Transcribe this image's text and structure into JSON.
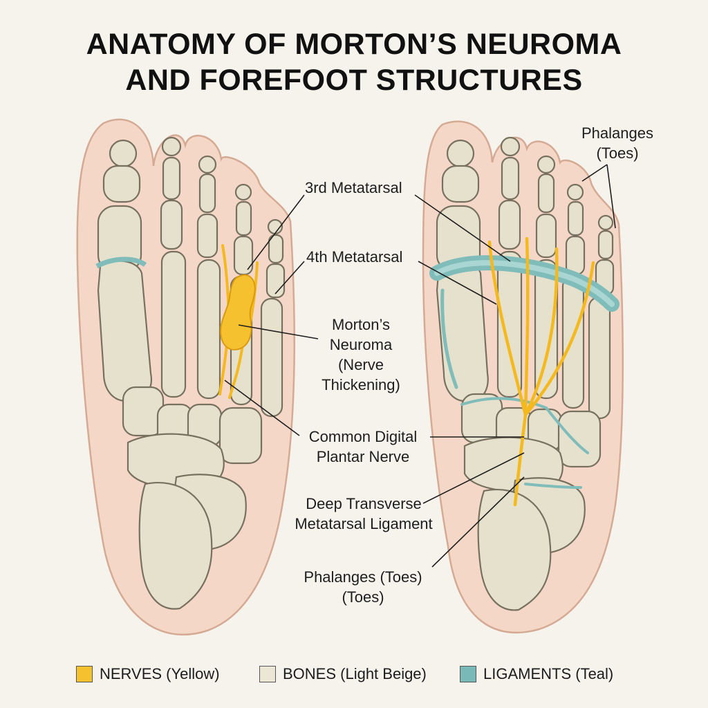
{
  "title": {
    "line1": "ANATOMY OF MORTON’S NEUROMA",
    "line2": "AND FOREFOOT STRUCTURES"
  },
  "labels": {
    "metatarsal3": "3rd Metatarsal",
    "metatarsal4": "4th Metatarsal",
    "neuroma": [
      "Morton’s",
      "Neuroma",
      "(Nerve",
      "Thickening)"
    ],
    "nerve": [
      "Common Digital",
      "Plantar Nerve"
    ],
    "ligament": [
      "Deep Transverse",
      "Metatarsal Ligament"
    ],
    "phalanges_bottom": [
      "Phalanges (Toes)",
      "(Toes)"
    ],
    "phalanges_top": [
      "Phalanges",
      "(Toes)"
    ]
  },
  "legend": [
    {
      "label": "NERVES (Yellow)",
      "color": "#f6c12e"
    },
    {
      "label": "BONES (Light Beige)",
      "color": "#ece6d4"
    },
    {
      "label": "LIGAMENTS (Teal)",
      "color": "#79b9b7"
    }
  ],
  "colors": {
    "skin": "#f5d7c7",
    "bone": "#e6e1cd",
    "bone_outline": "#77705e",
    "nerve": "#f4b91f",
    "ligament": "#7fbcba"
  }
}
